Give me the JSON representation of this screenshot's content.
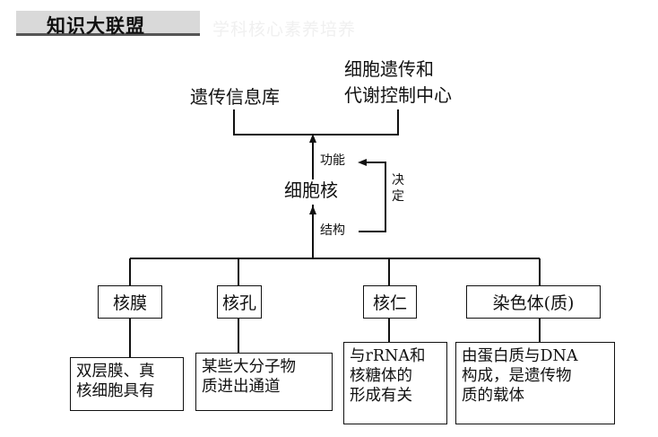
{
  "header": {
    "title": "知识大联盟",
    "subtitle_faded": "学科核心素养培养"
  },
  "top": {
    "left": "遗传信息库",
    "right_line1": "细胞遗传和",
    "right_line2": "代谢控制中心"
  },
  "center": {
    "function_label": "功能",
    "nucleus_label": "细胞核",
    "structure_label": "结构",
    "decide_label": "决定"
  },
  "components": [
    {
      "name": "核膜",
      "desc": [
        "双层膜、真",
        "核细胞具有"
      ]
    },
    {
      "name": "核孔",
      "desc": [
        "某些大分子物",
        "质进出通道"
      ]
    },
    {
      "name": "核仁",
      "desc": [
        "与rRNA和",
        "核糖体的",
        "形成有关"
      ]
    },
    {
      "name": "染色体(质)",
      "desc": [
        "由蛋白质与DNA",
        "构成，是遗传物",
        "质的载体"
      ]
    }
  ]
}
